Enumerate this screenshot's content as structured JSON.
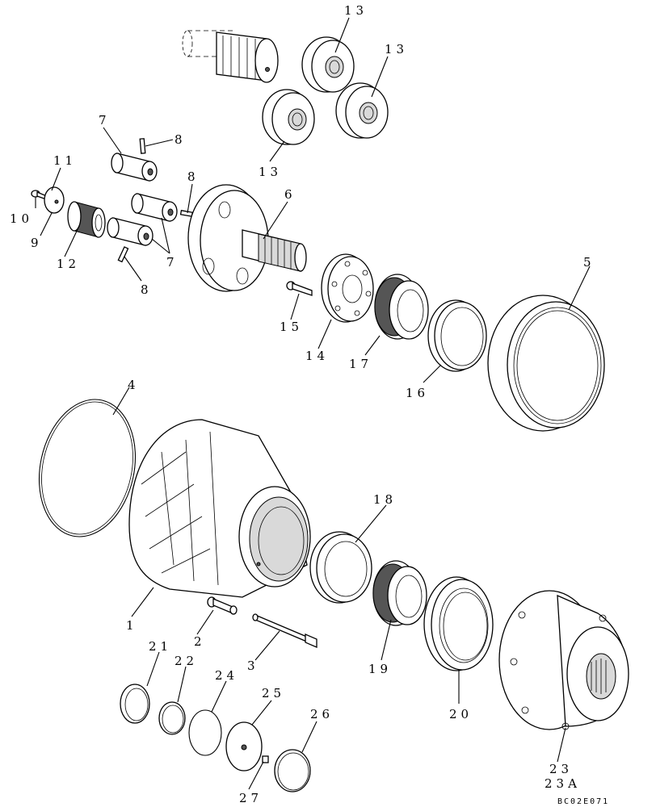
{
  "drawing_code": "BC02E071",
  "callouts": [
    {
      "id": "c13a",
      "label": "13"
    },
    {
      "id": "c13b",
      "label": "13"
    },
    {
      "id": "c13c",
      "label": "13"
    },
    {
      "id": "c7a",
      "label": "7"
    },
    {
      "id": "c8a",
      "label": "8"
    },
    {
      "id": "c8b",
      "label": "8"
    },
    {
      "id": "c6",
      "label": "6"
    },
    {
      "id": "c11",
      "label": "11"
    },
    {
      "id": "c10",
      "label": "10"
    },
    {
      "id": "c9",
      "label": "9"
    },
    {
      "id": "c12",
      "label": "12"
    },
    {
      "id": "c7b",
      "label": "7"
    },
    {
      "id": "c8c",
      "label": "8"
    },
    {
      "id": "c5",
      "label": "5"
    },
    {
      "id": "c15",
      "label": "15"
    },
    {
      "id": "c14",
      "label": "14"
    },
    {
      "id": "c17",
      "label": "17"
    },
    {
      "id": "c16",
      "label": "16"
    },
    {
      "id": "c4",
      "label": "4"
    },
    {
      "id": "c18",
      "label": "18"
    },
    {
      "id": "c1",
      "label": "1"
    },
    {
      "id": "c2",
      "label": "2"
    },
    {
      "id": "c3",
      "label": "3"
    },
    {
      "id": "c19",
      "label": "19"
    },
    {
      "id": "c20",
      "label": "20"
    },
    {
      "id": "c21",
      "label": "21"
    },
    {
      "id": "c22",
      "label": "22"
    },
    {
      "id": "c24",
      "label": "24"
    },
    {
      "id": "c25",
      "label": "25"
    },
    {
      "id": "c26",
      "label": "26"
    },
    {
      "id": "c27",
      "label": "27"
    },
    {
      "id": "c23",
      "label": "23"
    },
    {
      "id": "c23a",
      "label": "23A"
    }
  ]
}
